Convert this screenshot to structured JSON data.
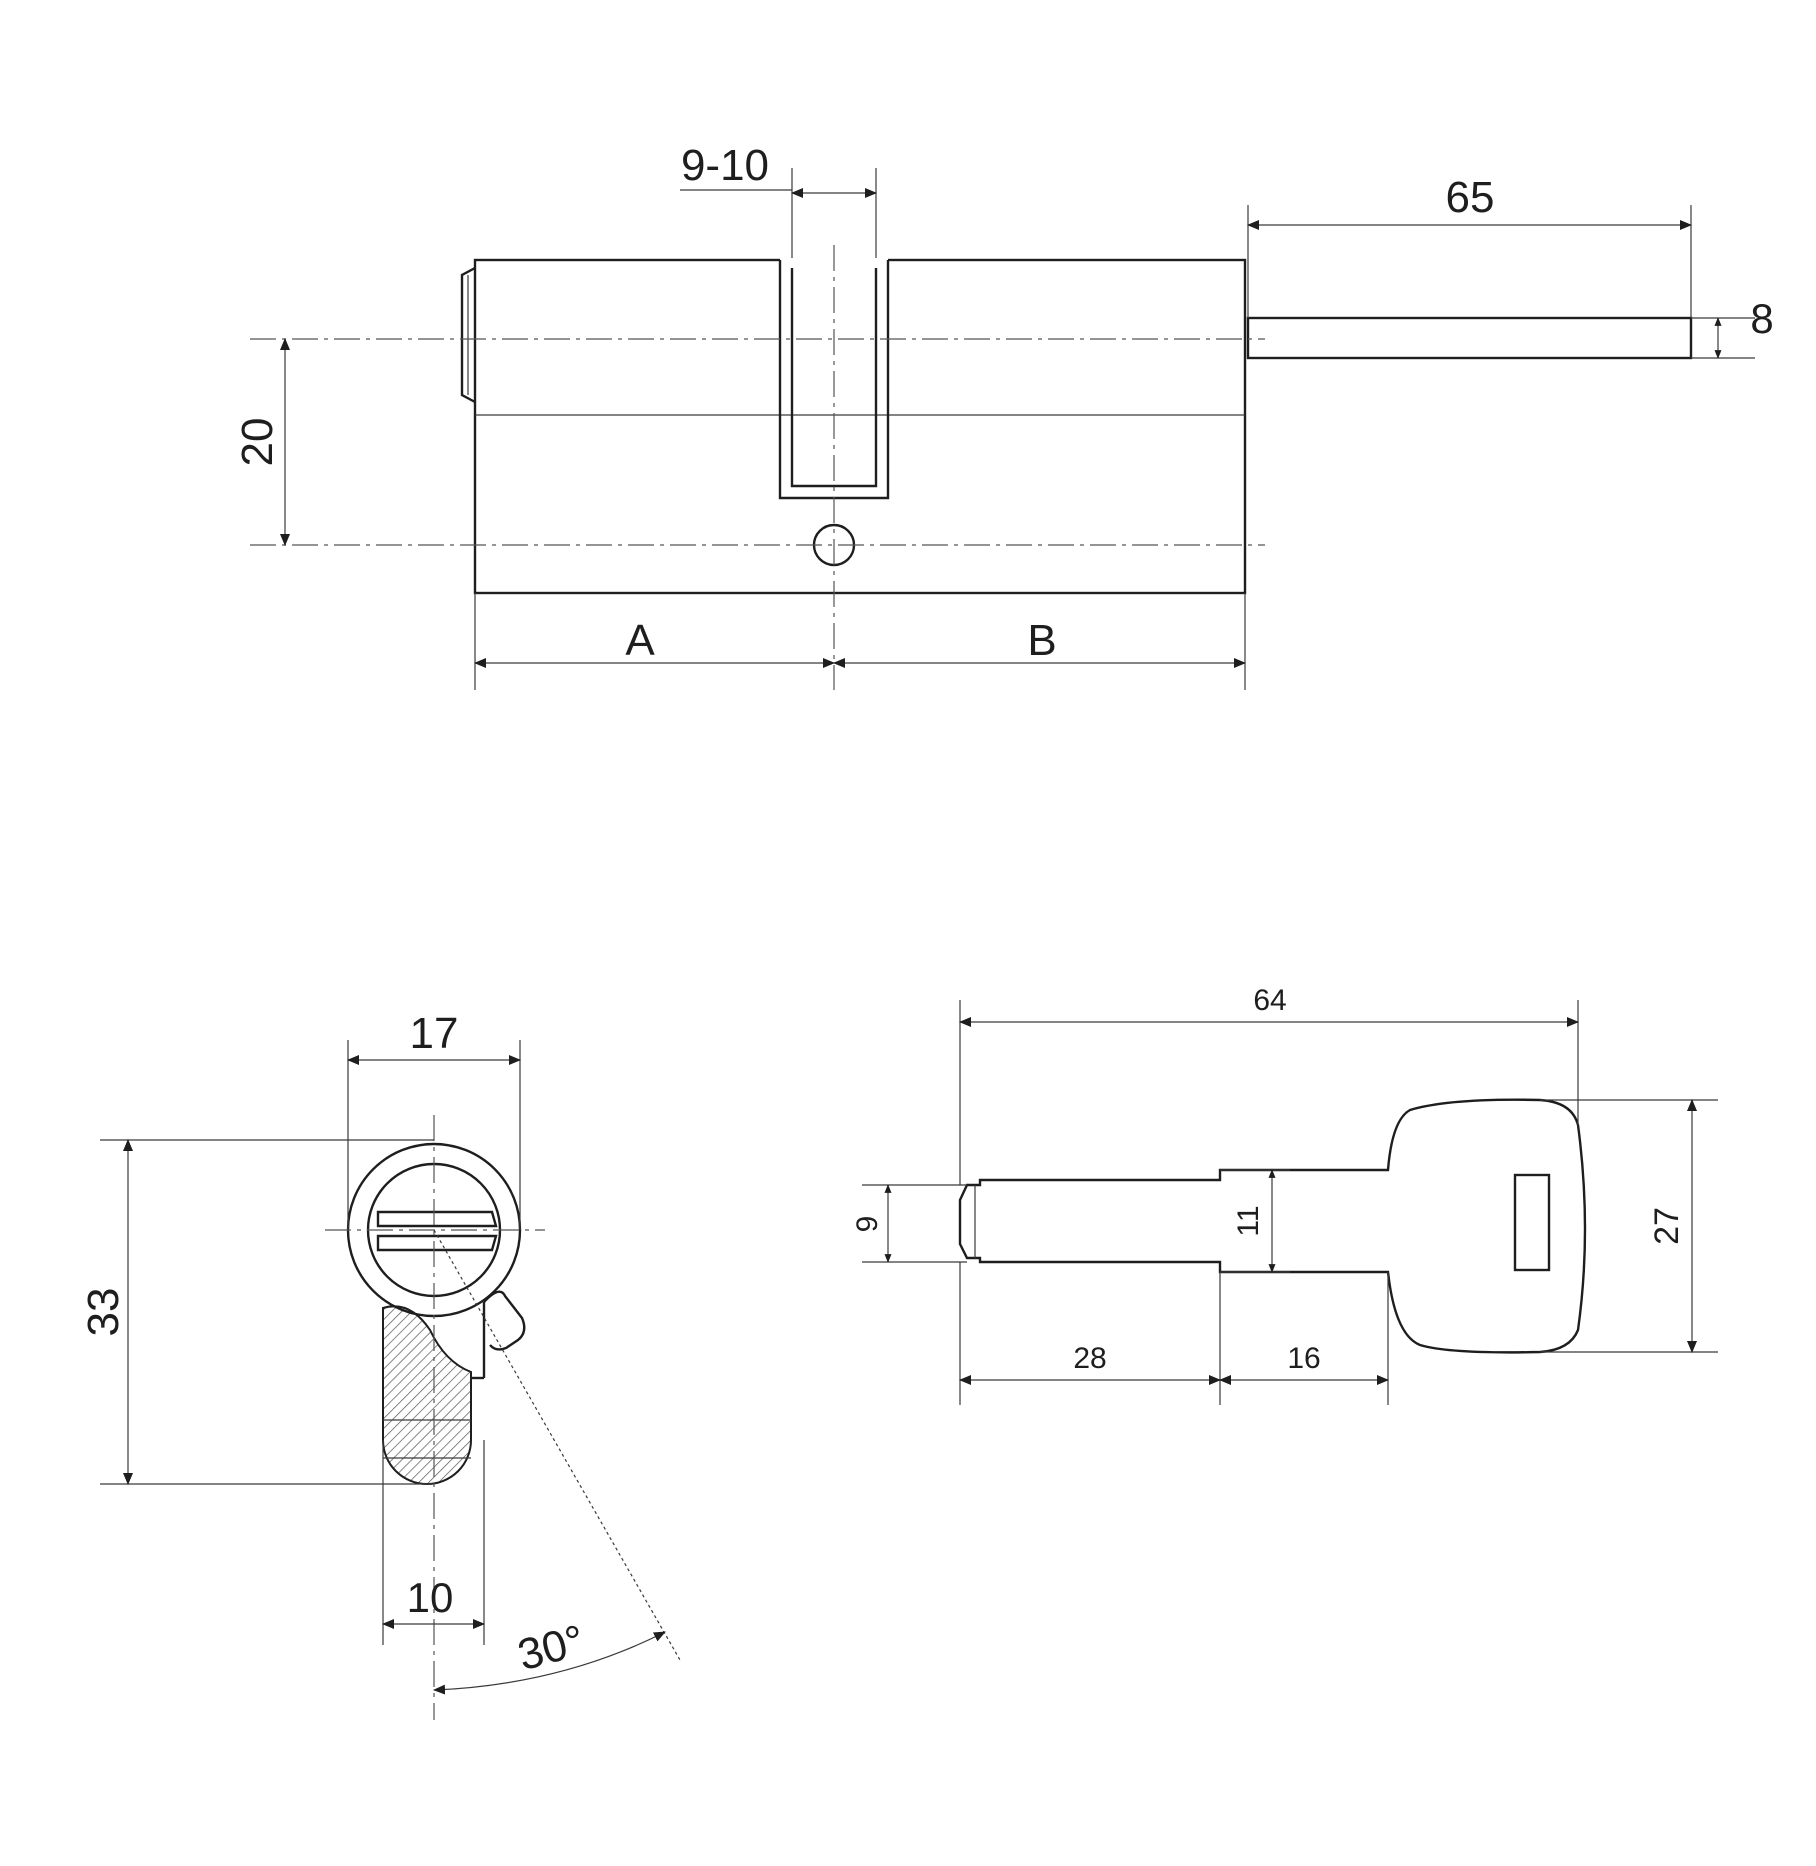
{
  "cylinder_view": {
    "dim_cam_width": "9-10",
    "dim_spindle_length": "65",
    "dim_spindle_width": "8",
    "dim_axis_offset": "20",
    "dim_side_a": "A",
    "dim_side_b": "B"
  },
  "profile_view": {
    "dim_width": "17",
    "dim_height": "33",
    "dim_lower_width": "10",
    "dim_cam_angle": "30°"
  },
  "key_view": {
    "dim_total_length": "64",
    "dim_tip_width": "9",
    "dim_shoulder_width": "11",
    "dim_head_width": "27",
    "dim_blade_length": "28",
    "dim_shoulder_length": "16"
  }
}
